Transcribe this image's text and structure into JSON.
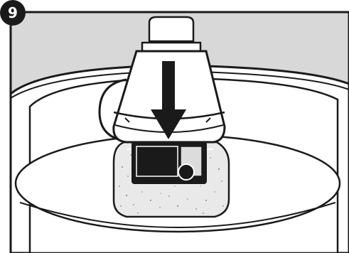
{
  "step": {
    "number": "9",
    "badge_color": "#1a1a1a",
    "number_color": "#ffffff"
  },
  "colors": {
    "background": "#d8d8d8",
    "outline": "#1a1a1a",
    "surface": "#ffffff",
    "sponge": "#e9e9e9",
    "insert": "#1a1a1a",
    "arrow": "#1a1a1a"
  },
  "figure": {
    "subject": "fountain-pump-installation",
    "direction": "down"
  }
}
